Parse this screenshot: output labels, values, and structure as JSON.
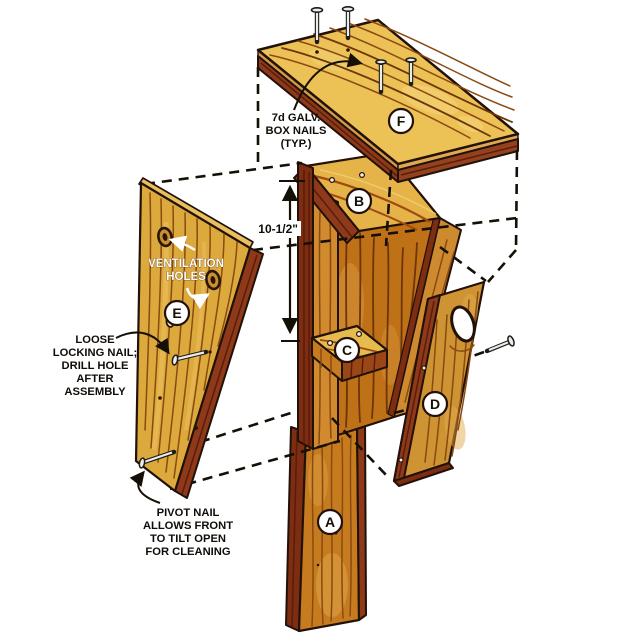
{
  "diagram": {
    "kind": "exploded woodworking assembly illustration (birdhouse on post)",
    "background": "#ffffff"
  },
  "colors": {
    "wood_light": "#ECC155",
    "wood_gold": "#DCA93C",
    "wood_mid": "#C67C1E",
    "wood_deep": "#BF7118",
    "edge_maroon": "#8E3A1A",
    "edge_dark_maroon": "#7C2D12",
    "outline": "#221108",
    "grain": "#8A4A12",
    "label_text": "#100C08",
    "callout_white_text": "#FFFFFF",
    "nail_metal": "#EDEDE6"
  },
  "parts": [
    {
      "letter": "A"
    },
    {
      "letter": "B"
    },
    {
      "letter": "C"
    },
    {
      "letter": "D"
    },
    {
      "letter": "E"
    },
    {
      "letter": "F"
    }
  ],
  "callouts": {
    "box_nails": {
      "lines": [
        "7d GALV.",
        "BOX NAILS",
        "(TYP.)"
      ]
    },
    "ventilation": {
      "lines": [
        "VENTILATION",
        "HOLES"
      ]
    },
    "locking_nail": {
      "lines": [
        "LOOSE",
        "LOCKING NAIL;",
        "DRILL HOLE",
        "AFTER",
        "ASSEMBLY"
      ]
    },
    "pivot_nail": {
      "lines": [
        "PIVOT NAIL",
        "ALLOWS FRONT",
        "TO TILT OPEN",
        "FOR CLEANING"
      ]
    }
  },
  "dimension": {
    "value": "10-1/2\""
  }
}
